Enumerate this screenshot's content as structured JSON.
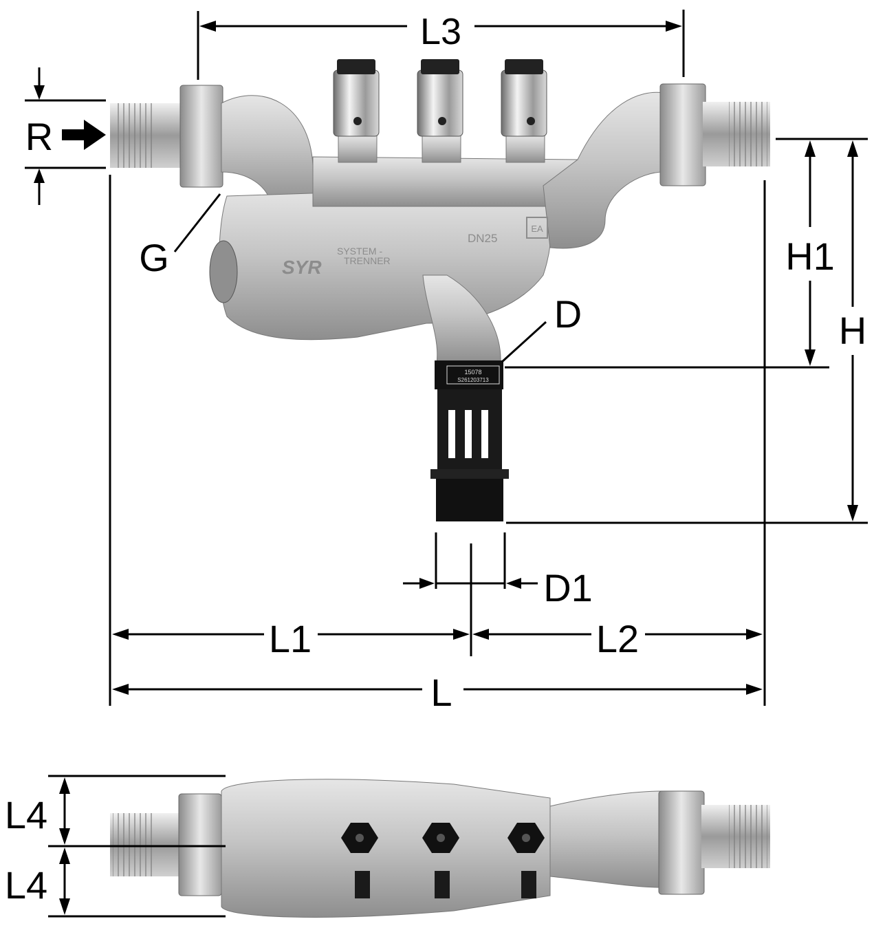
{
  "labels": {
    "L3": "L3",
    "R": "R",
    "G": "G",
    "D": "D",
    "H1": "H1",
    "H": "H",
    "D1": "D1",
    "L1": "L1",
    "L2": "L2",
    "L": "L",
    "L4_top": "L4",
    "L4_bottom": "L4"
  },
  "product_markings": {
    "brand": "SYR",
    "body_text_1": "SYSTEM -",
    "body_text_2": "TRENNER",
    "size": "DN25",
    "certification": "EA",
    "sleeve_code_1": "15078",
    "sleeve_code_2": "S261203713"
  },
  "colors": {
    "dimension_lines": "#000000",
    "valve_body": "#bdbdbd",
    "brass_chrome": "#d6d6d6",
    "drain_funnel": "#111111",
    "background": "#ffffff"
  }
}
